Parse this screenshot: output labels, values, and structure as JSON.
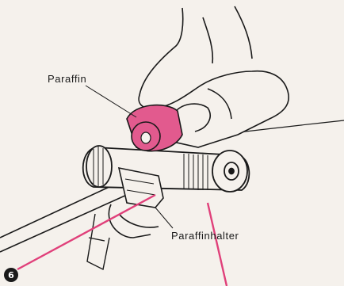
{
  "labels": {
    "paraffin": "Paraffin",
    "paraffin_holder": "Paraffinhalter"
  },
  "step_number": "6",
  "colors": {
    "background": "#f5f1ec",
    "ink": "#1a1a1a",
    "accent_pink": "#e0407a",
    "paraffin_block": "#e25a8e"
  }
}
